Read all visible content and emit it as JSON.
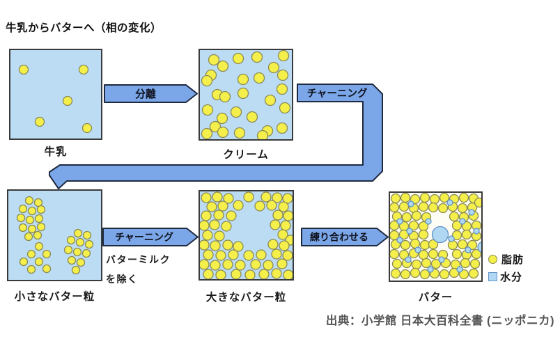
{
  "title": "牛乳からバターへ（相の変化）",
  "source": "出典：小学館 日本大百科全書 (ニッポニカ)",
  "colors": {
    "liquid_bg": "#bcdcf4",
    "butter_bg": "#fdfdf5",
    "fat_fill": "#f4ef4a",
    "fat_stroke": "#8a8a55",
    "water_fill": "#b0d8f2",
    "water_stroke": "#5f93c8",
    "arrow_fill": "#7ba6e8",
    "arrow_stroke": "#1f2a40",
    "box_border": "#3a3a3a",
    "source_text": "#555555"
  },
  "arrows": {
    "separate": "分離",
    "churn_wrap": "チャーニング",
    "churn2": "チャーニング",
    "knead": "練り合わせる"
  },
  "note": {
    "line1": "バターミルク",
    "line2": "を除く"
  },
  "legend": {
    "fat": "脂肪",
    "water": "水分"
  },
  "boxes": [
    {
      "name": "milk",
      "label": "牛乳",
      "r": 6.5,
      "particles": [
        [
          19,
          28
        ],
        [
          105,
          28
        ],
        [
          82,
          73
        ],
        [
          42,
          103
        ],
        [
          110,
          112
        ]
      ]
    },
    {
      "name": "cream",
      "label": "クリーム",
      "r": 7.5,
      "particles": [
        [
          20,
          14
        ],
        [
          33,
          23
        ],
        [
          16,
          36
        ],
        [
          55,
          12
        ],
        [
          82,
          10
        ],
        [
          120,
          8
        ],
        [
          106,
          25
        ],
        [
          119,
          36
        ],
        [
          10,
          44
        ],
        [
          62,
          42
        ],
        [
          85,
          40
        ],
        [
          25,
          64
        ],
        [
          36,
          67
        ],
        [
          62,
          62
        ],
        [
          118,
          56
        ],
        [
          101,
          72
        ],
        [
          122,
          83
        ],
        [
          11,
          86
        ],
        [
          52,
          89
        ],
        [
          75,
          96
        ],
        [
          32,
          98
        ],
        [
          22,
          110
        ],
        [
          33,
          118
        ],
        [
          57,
          119
        ],
        [
          97,
          116
        ],
        [
          118,
          112
        ],
        [
          10,
          120
        ],
        [
          90,
          123
        ]
      ]
    },
    {
      "name": "small-butter-grains",
      "label": "小さなバター粒",
      "r": 5.5,
      "particles": [
        [
          30,
          14
        ],
        [
          43,
          17
        ],
        [
          21,
          26
        ],
        [
          34,
          29
        ],
        [
          47,
          27
        ],
        [
          18,
          39
        ],
        [
          31,
          42
        ],
        [
          44,
          40
        ],
        [
          21,
          53
        ],
        [
          34,
          55
        ],
        [
          47,
          52
        ],
        [
          29,
          66
        ],
        [
          42,
          64
        ],
        [
          44,
          80
        ],
        [
          33,
          91
        ],
        [
          55,
          91
        ],
        [
          22,
          102
        ],
        [
          44,
          102
        ],
        [
          33,
          113
        ],
        [
          55,
          112
        ],
        [
          100,
          61
        ],
        [
          113,
          64
        ],
        [
          90,
          71
        ],
        [
          103,
          74
        ],
        [
          116,
          77
        ],
        [
          86,
          85
        ],
        [
          99,
          88
        ],
        [
          112,
          90
        ],
        [
          91,
          100
        ],
        [
          104,
          103
        ],
        [
          97,
          114
        ]
      ]
    },
    {
      "name": "large-butter-grains",
      "label": "大きなバター粒",
      "r": 7,
      "particles": [
        [
          9,
          9
        ],
        [
          25,
          8
        ],
        [
          41,
          10
        ],
        [
          70,
          8
        ],
        [
          95,
          8
        ],
        [
          111,
          9
        ],
        [
          126,
          10
        ],
        [
          17,
          22
        ],
        [
          33,
          21
        ],
        [
          55,
          20
        ],
        [
          86,
          21
        ],
        [
          103,
          20
        ],
        [
          120,
          22
        ],
        [
          9,
          35
        ],
        [
          27,
          34
        ],
        [
          45,
          35
        ],
        [
          112,
          34
        ],
        [
          127,
          35
        ],
        [
          6,
          49
        ],
        [
          21,
          48
        ],
        [
          38,
          50
        ],
        [
          108,
          48
        ],
        [
          123,
          49
        ],
        [
          11,
          63
        ],
        [
          28,
          64
        ],
        [
          119,
          62
        ],
        [
          130,
          70
        ],
        [
          6,
          77
        ],
        [
          22,
          78
        ],
        [
          40,
          77
        ],
        [
          55,
          79
        ],
        [
          105,
          76
        ],
        [
          121,
          78
        ],
        [
          12,
          91
        ],
        [
          30,
          92
        ],
        [
          48,
          91
        ],
        [
          70,
          92
        ],
        [
          88,
          91
        ],
        [
          110,
          90
        ],
        [
          126,
          92
        ],
        [
          6,
          105
        ],
        [
          22,
          106
        ],
        [
          40,
          105
        ],
        [
          58,
          106
        ],
        [
          80,
          105
        ],
        [
          98,
          106
        ],
        [
          118,
          104
        ],
        [
          12,
          119
        ],
        [
          30,
          120
        ],
        [
          52,
          119
        ],
        [
          72,
          120
        ],
        [
          92,
          119
        ],
        [
          110,
          118
        ],
        [
          127,
          120
        ]
      ]
    },
    {
      "name": "butter",
      "label": "バター",
      "r": 6.5,
      "particles": [
        [
          8,
          8
        ],
        [
          22,
          7
        ],
        [
          36,
          9
        ],
        [
          50,
          7
        ],
        [
          64,
          9
        ],
        [
          78,
          7
        ],
        [
          92,
          9
        ],
        [
          106,
          7
        ],
        [
          120,
          8
        ],
        [
          6,
          21
        ],
        [
          20,
          20
        ],
        [
          34,
          22
        ],
        [
          48,
          20
        ],
        [
          62,
          21
        ],
        [
          76,
          22
        ],
        [
          90,
          20
        ],
        [
          104,
          22
        ],
        [
          118,
          21
        ],
        [
          128,
          14
        ],
        [
          10,
          34
        ],
        [
          24,
          35
        ],
        [
          38,
          33
        ],
        [
          52,
          35
        ],
        [
          92,
          34
        ],
        [
          106,
          35
        ],
        [
          120,
          33
        ],
        [
          6,
          47
        ],
        [
          20,
          48
        ],
        [
          34,
          47
        ],
        [
          48,
          48
        ],
        [
          96,
          47
        ],
        [
          110,
          48
        ],
        [
          124,
          47
        ],
        [
          6,
          61
        ],
        [
          20,
          60
        ],
        [
          34,
          62
        ],
        [
          48,
          60
        ],
        [
          96,
          61
        ],
        [
          110,
          60
        ],
        [
          124,
          62
        ],
        [
          8,
          74
        ],
        [
          22,
          75
        ],
        [
          36,
          73
        ],
        [
          50,
          75
        ],
        [
          90,
          75
        ],
        [
          104,
          74
        ],
        [
          118,
          75
        ],
        [
          6,
          88
        ],
        [
          20,
          89
        ],
        [
          34,
          87
        ],
        [
          48,
          89
        ],
        [
          62,
          88
        ],
        [
          76,
          89
        ],
        [
          96,
          88
        ],
        [
          110,
          89
        ],
        [
          124,
          88
        ],
        [
          10,
          102
        ],
        [
          24,
          101
        ],
        [
          38,
          103
        ],
        [
          52,
          101
        ],
        [
          66,
          102
        ],
        [
          80,
          101
        ],
        [
          94,
          103
        ],
        [
          108,
          101
        ],
        [
          122,
          102
        ],
        [
          8,
          116
        ],
        [
          22,
          117
        ],
        [
          36,
          115
        ],
        [
          50,
          117
        ],
        [
          64,
          116
        ],
        [
          78,
          117
        ],
        [
          92,
          115
        ],
        [
          106,
          117
        ],
        [
          120,
          116
        ],
        [
          62,
          74
        ]
      ],
      "water": [
        [
          30,
          16,
          4
        ],
        [
          86,
          14,
          4
        ],
        [
          117,
          28,
          4
        ],
        [
          14,
          41,
          4
        ],
        [
          55,
          41,
          4
        ],
        [
          104,
          41,
          4
        ],
        [
          28,
          55,
          4
        ],
        [
          124,
          55,
          4
        ],
        [
          14,
          68,
          4
        ],
        [
          88,
          66,
          4
        ],
        [
          40,
          82,
          4
        ],
        [
          112,
          82,
          4
        ],
        [
          26,
          96,
          4
        ],
        [
          74,
          96,
          4
        ],
        [
          58,
          110,
          4
        ],
        [
          100,
          110,
          4
        ],
        [
          72,
          60,
          11.5
        ],
        [
          134,
          78,
          8
        ]
      ]
    }
  ]
}
